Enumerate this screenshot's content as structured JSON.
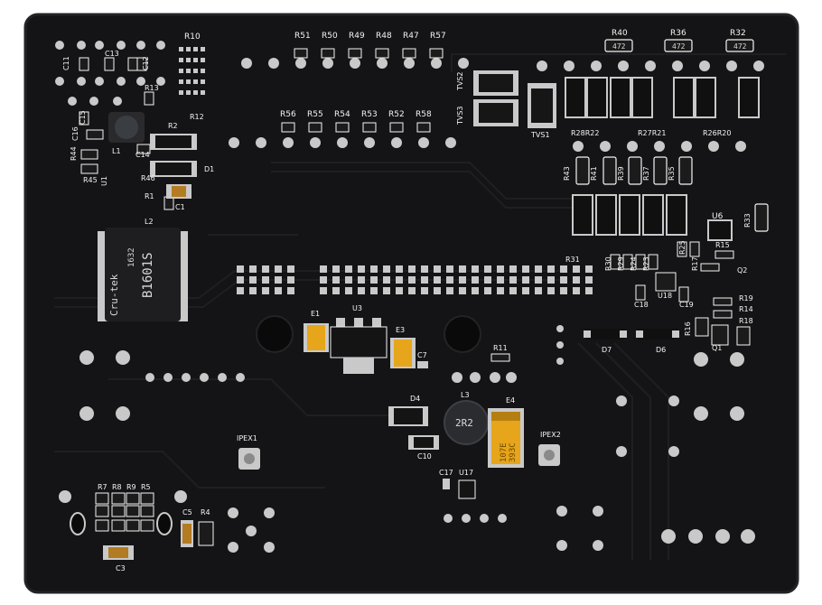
{
  "photo": {
    "subject": "Black printed circuit board, solder side",
    "colors": {
      "board": "#141416",
      "board_edge": "#1c1c1f",
      "pad": "#c9c9c9",
      "silkscreen": "#f4f4f4",
      "tantalum": "#e6a51a",
      "resistor_body": "#1b1b1b"
    }
  },
  "labels": {
    "R10": "R10",
    "R51": "R51",
    "R50": "R50",
    "R49": "R49",
    "R48": "R48",
    "R47": "R47",
    "R57": "R57",
    "R40": "R40",
    "R36": "R36",
    "R32": "R32",
    "R56": "R56",
    "R55": "R55",
    "R54": "R54",
    "R53": "R53",
    "R52": "R52",
    "R58": "R58",
    "TVS2": "TVS2",
    "TVS3": "TVS3",
    "TVS1": "TVS1",
    "R28R22": "R28R22",
    "R27R21": "R27R21",
    "R26R20": "R26R20",
    "R43": "R43",
    "R41": "R41",
    "R39": "R39",
    "R37": "R37",
    "R35": "R35",
    "R33": "R33",
    "U6": "U6",
    "C11": "C11",
    "C13": "C13",
    "C12": "C12",
    "R13": "R13",
    "R12": "R12",
    "C16": "C16",
    "C15": "C15",
    "R44": "R44",
    "R45": "R45",
    "L1": "L1",
    "U1": "U1",
    "C14": "C14",
    "R2": "R2",
    "D1": "D1",
    "R46": "R46",
    "R1": "R1",
    "C1": "C1",
    "L2": "L2",
    "E1": "E1",
    "U3": "U3",
    "E3": "E3",
    "C7": "C7",
    "R11": "R11",
    "D4": "D4",
    "L3": "L3",
    "E4": "E4",
    "C10": "C10",
    "IPEX1": "IPEX1",
    "IPEX2": "IPEX2",
    "C17": "C17",
    "U17": "U17",
    "R7": "R7",
    "R8": "R8",
    "R9": "R9",
    "R5": "R5",
    "C5": "C5",
    "R4": "R4",
    "C3": "C3",
    "R31": "R31",
    "R30": "R30",
    "R29": "R29",
    "R24": "R24",
    "R23": "R23",
    "R25": "R25",
    "R15": "R15",
    "R17": "R17",
    "Q2": "Q2",
    "U18": "U18",
    "C18": "C18",
    "C19": "C19",
    "R19": "R19",
    "R14": "R14",
    "R16": "R16",
    "R18": "R18",
    "Q1": "Q1",
    "D7": "D7",
    "D6": "D6"
  },
  "markings": {
    "transformer_brand": "Cru-tek",
    "transformer_code": "1632",
    "transformer_part": "B1601S",
    "resistor_code": "472",
    "inductor_value": "2R2",
    "cap_e4_line1": "107E",
    "cap_e4_line2": "393C"
  }
}
